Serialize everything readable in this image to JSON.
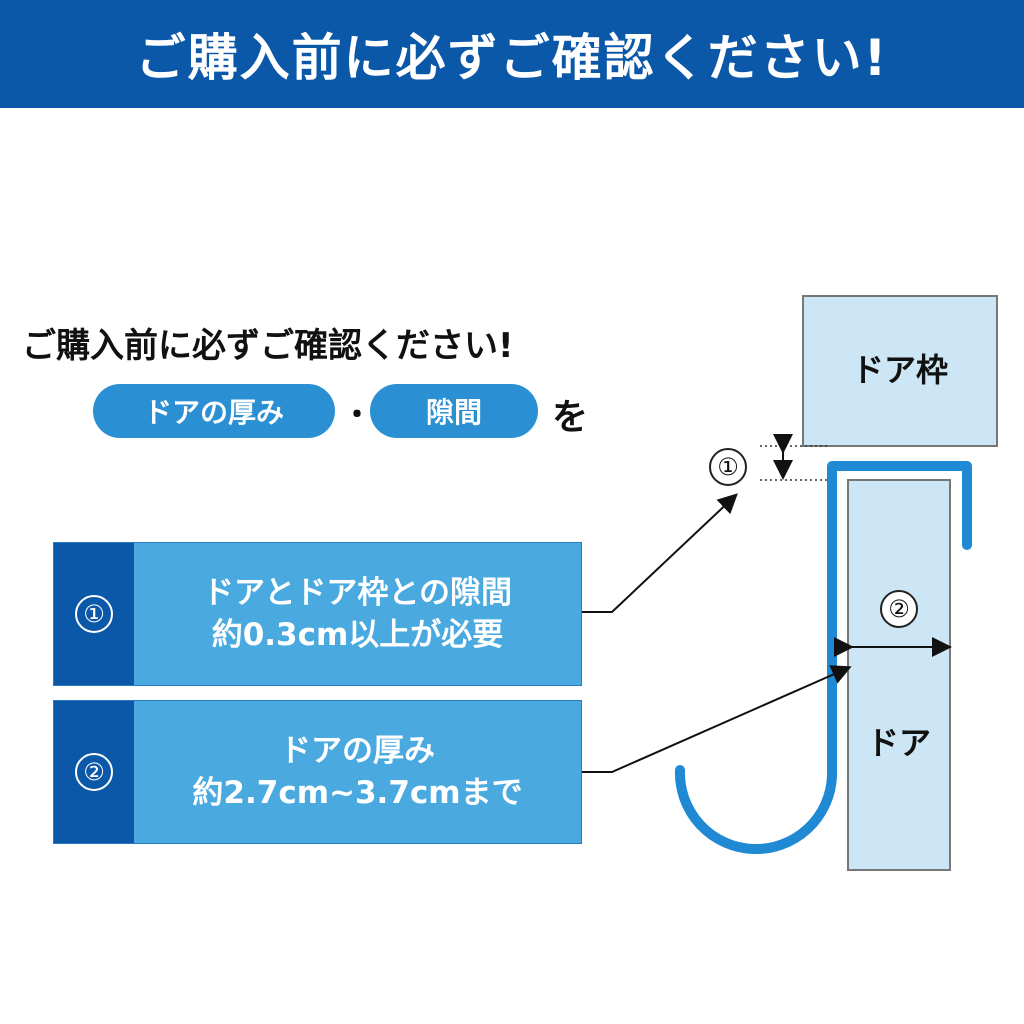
{
  "banner": {
    "title": "ご購入前に必ずご確認ください!"
  },
  "heading": {
    "text": "ご購入前に必ずご確認ください!",
    "pill_thickness": "ドアの厚み",
    "separator": "・",
    "pill_gap": "隙間",
    "suffix": "を"
  },
  "items": [
    {
      "number": "①",
      "line1": "ドアとドア枠との隙間",
      "line2": "約0.3cm以上が必要"
    },
    {
      "number": "②",
      "line1": "ドアの厚み",
      "line2": "約2.7cm~3.7cmまで"
    }
  ],
  "diagram": {
    "door_frame_label": "ドア枠",
    "door_label": "ドア",
    "marker_1": "①",
    "marker_2": "②"
  },
  "colors": {
    "banner": "#0b57a8",
    "pill": "#2a8fd3",
    "box": "#4aaae0",
    "panel": "#cde6f5",
    "hook": "#1f8ad3"
  }
}
